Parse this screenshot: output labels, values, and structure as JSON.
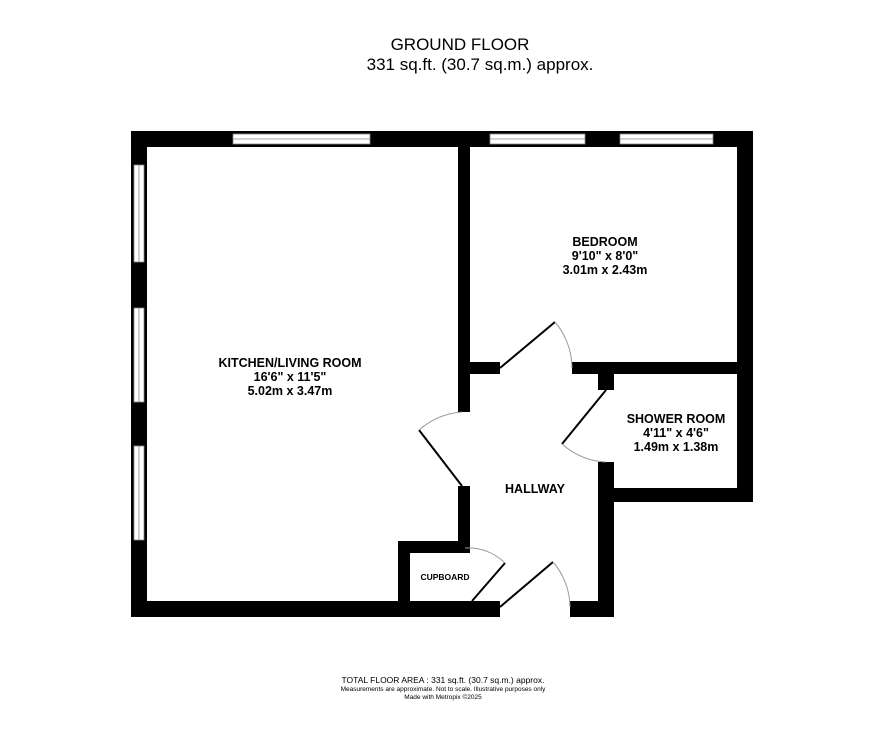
{
  "header": {
    "title": "GROUND FLOOR",
    "area": "331 sq.ft. (30.7 sq.m.) approx."
  },
  "rooms": {
    "kitchen": {
      "name": "KITCHEN/LIVING ROOM",
      "imperial": "16'6\"  x 11'5\"",
      "metric": "5.02m  x 3.47m"
    },
    "bedroom": {
      "name": "BEDROOM",
      "imperial": "9'10\"  x 8'0\"",
      "metric": "3.01m  x 2.43m"
    },
    "shower": {
      "name": "SHOWER ROOM",
      "imperial": "4'11\"  x 4'6\"",
      "metric": "1.49m  x 1.38m"
    },
    "hallway": {
      "name": "HALLWAY"
    },
    "cupboard": {
      "name": "CUPBOARD"
    }
  },
  "footer": {
    "total": "TOTAL FLOOR AREA : 331 sq.ft. (30.7 sq.m.) approx.",
    "disclaimer": "Measurements are approximate.  Not to scale.  Illustrative purposes only",
    "credit": "Made with Metropix ©2025"
  }
}
